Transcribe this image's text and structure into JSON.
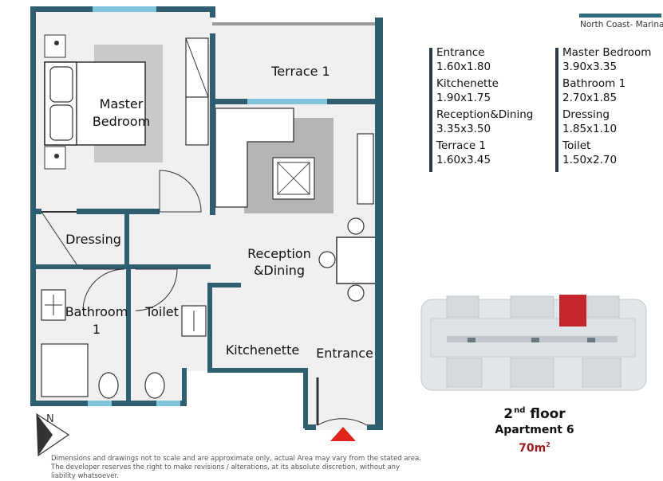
{
  "brand": "North Coast- Marina",
  "rooms": {
    "terrace": "Terrace 1",
    "master_line1": "Master",
    "master_line2": "Bedroom",
    "dressing": "Dressing",
    "reception_line1": "Reception",
    "reception_line2": "&Dining",
    "bathroom_line1": "Bathroom",
    "bathroom_line2": "1",
    "toilet": "Toilet",
    "kitchenette": "Kitchenette",
    "entrance": "Entrance"
  },
  "legend": {
    "left": [
      {
        "name": "Entrance",
        "dims": "1.60x1.80"
      },
      {
        "name": "Kitchenette",
        "dims": "1.90x1.75"
      },
      {
        "name": "Reception&Dining",
        "dims": "3.35x3.50"
      },
      {
        "name": "Terrace 1",
        "dims": "1.60x3.45"
      }
    ],
    "right": [
      {
        "name": "Master Bedroom",
        "dims": "3.90x3.35"
      },
      {
        "name": "Bathroom 1",
        "dims": "2.70x1.85"
      },
      {
        "name": "Dressing",
        "dims": "1.85x1.10"
      },
      {
        "name": "Toilet",
        "dims": "1.50x2.70"
      }
    ]
  },
  "floor": {
    "number": "2",
    "suffix": "nd",
    "word": "floor",
    "apartment": "Apartment 6",
    "area_value": "70m",
    "area_sup": "2"
  },
  "disclaimer": {
    "line1": "Dimensions and drawings not to scale and are approximate only, actual Area may vary from the stated area.",
    "line2": "The developer reserves the right to make revisions / alterations, at its absolute discretion, without any liability whatsoever."
  },
  "colors": {
    "wall": "#2e5e70",
    "window": "#7fc3dc",
    "floor_fill": "#f0f0f0",
    "highlight": "#c4262e"
  }
}
